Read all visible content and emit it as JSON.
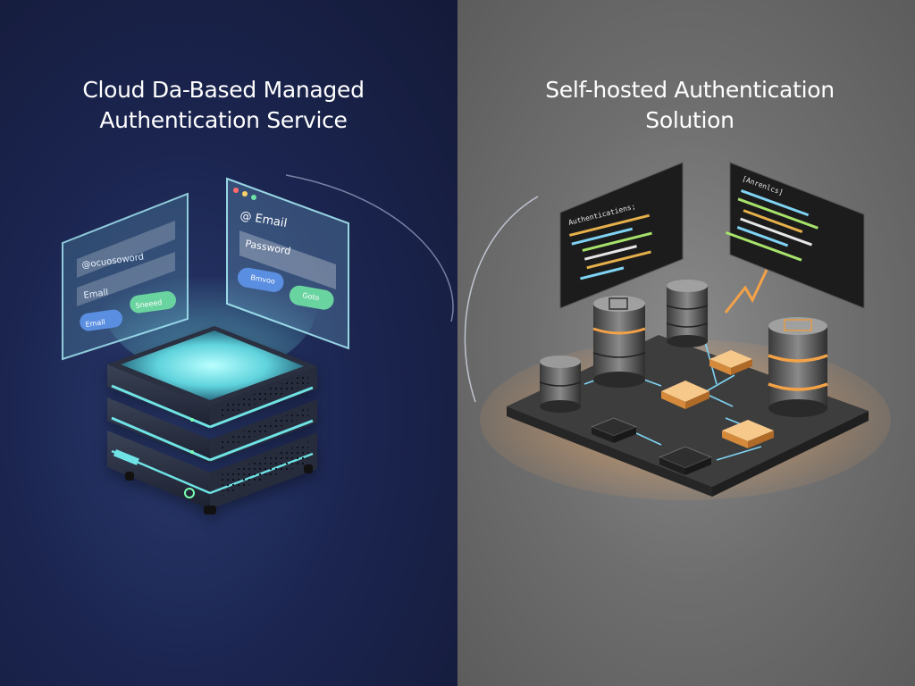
{
  "left": {
    "title_line1": "Cloud Da-Based Managed",
    "title_line2": "Authentication Service",
    "card_back": {
      "field1": "@ocuosoword",
      "field2": "Emall",
      "btn1": "Emall",
      "btn2": "Sneeed"
    },
    "card_front": {
      "field1": "@ Email",
      "field2": "Password",
      "btn1": "Bmvoo",
      "btn2": "Goto"
    }
  },
  "right": {
    "title_line1": "Self-hosted Authentication",
    "title_line2": "Solution",
    "code_panel_left_header": "Authenticatiens;",
    "code_panel_right_header": "[Anrenlcs]"
  },
  "colors": {
    "left_bg": "#1b2550",
    "right_bg": "#6e6e6e",
    "cyan_glow": "#6fe3e6",
    "orange_glow": "#f4a247"
  }
}
